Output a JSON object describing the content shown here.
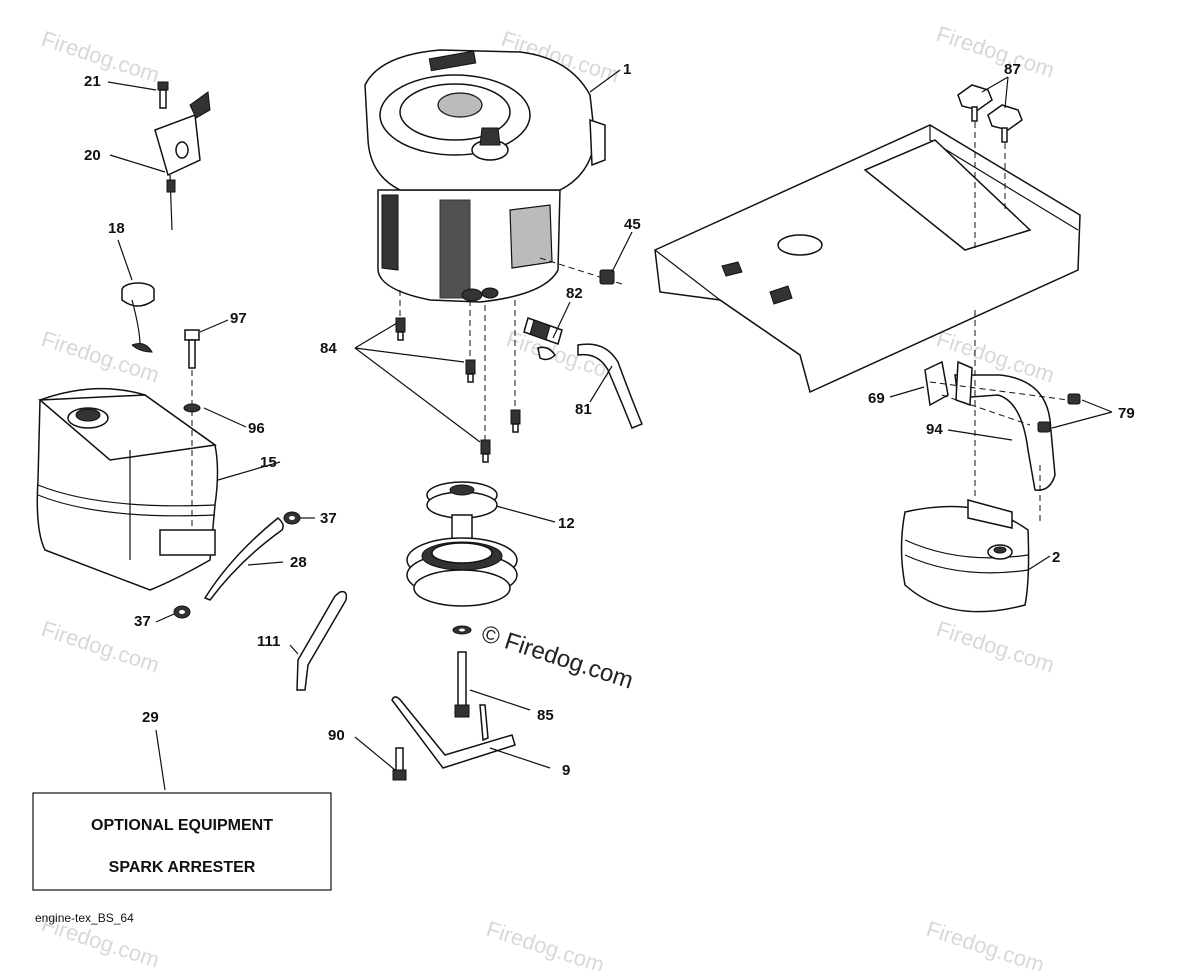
{
  "watermark": {
    "text": "Firedog.com",
    "main_text": "© Firedog.com",
    "symbol": "©"
  },
  "callouts": {
    "c1": "1",
    "c2": "2",
    "c9": "9",
    "c12": "12",
    "c15": "15",
    "c18": "18",
    "c20": "20",
    "c21": "21",
    "c28": "28",
    "c29": "29",
    "c37a": "37",
    "c37b": "37",
    "c45": "45",
    "c69": "69",
    "c79": "79",
    "c81": "81",
    "c82": "82",
    "c84": "84",
    "c85": "85",
    "c87": "87",
    "c90": "90",
    "c94": "94",
    "c96": "96",
    "c97": "97",
    "c111": "111"
  },
  "optional_box": {
    "line1": "OPTIONAL EQUIPMENT",
    "line2": "SPARK ARRESTER"
  },
  "diagram_code": "engine-tex_BS_64"
}
